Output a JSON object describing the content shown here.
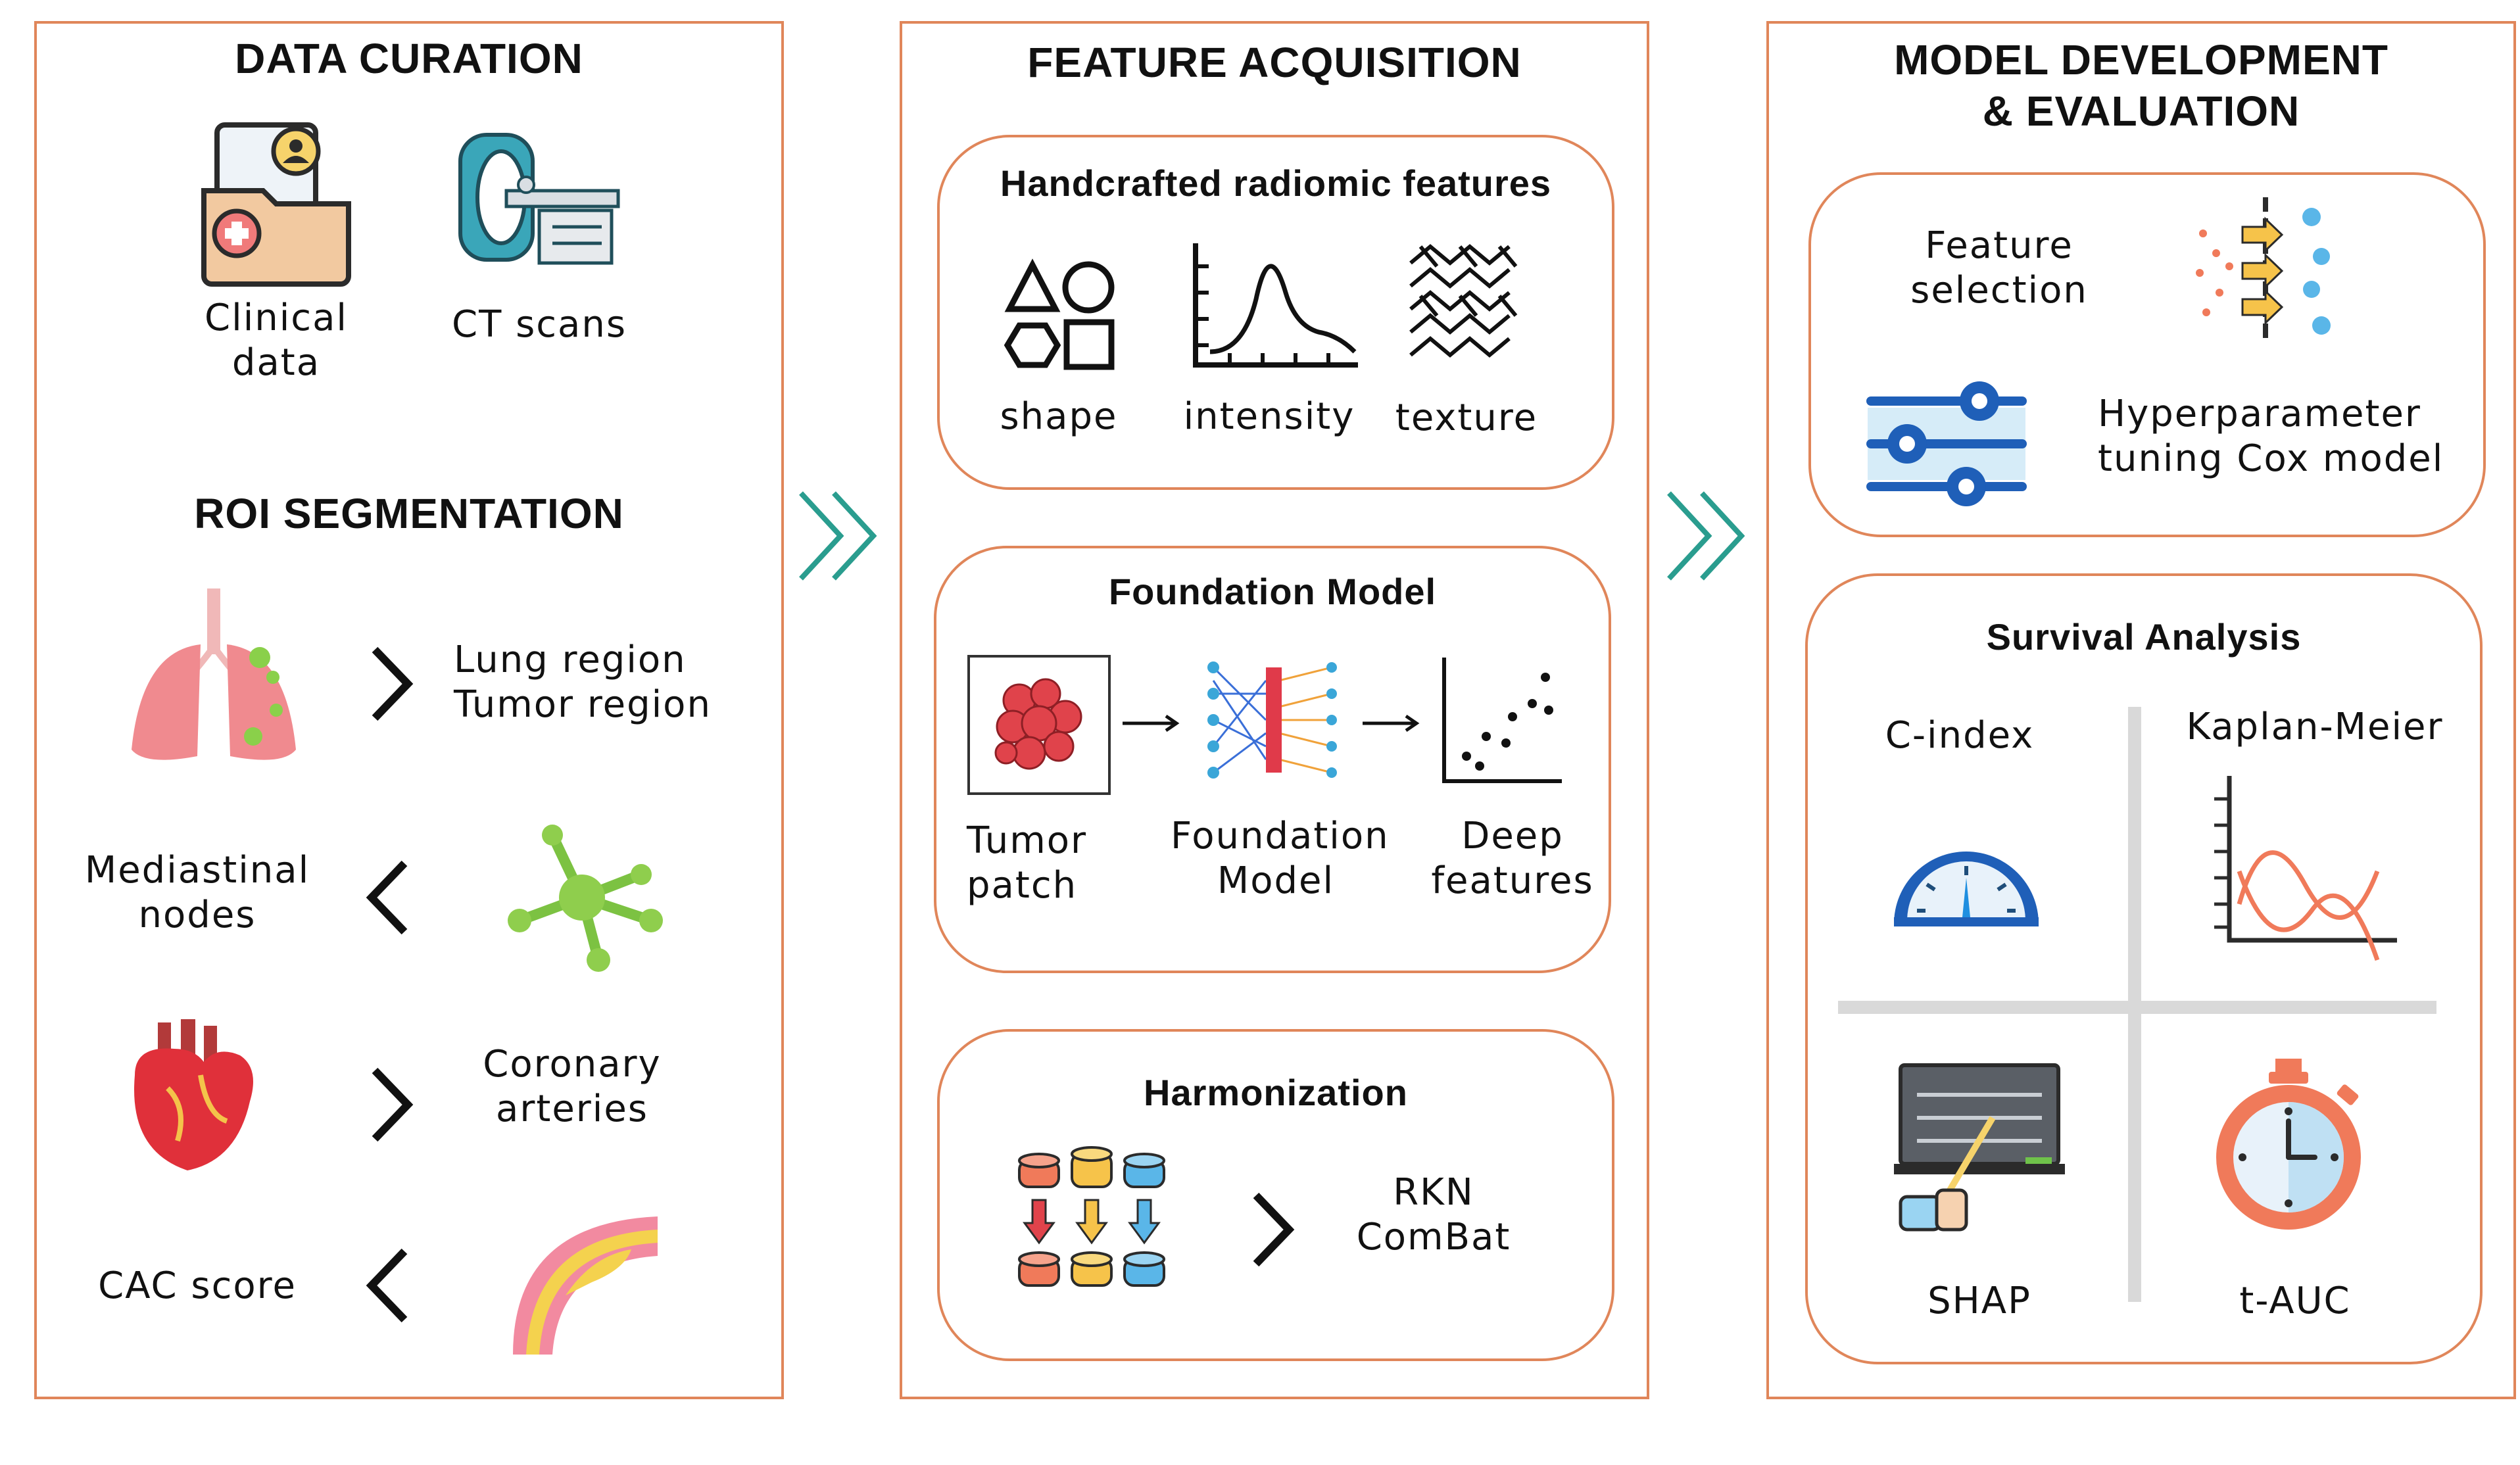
{
  "colors": {
    "border": "#e0865a",
    "arrow": "#2a9d8f",
    "teal": "#3aa6b9"
  },
  "data_curation": {
    "title": "DATA CURATION",
    "clinical_label": [
      "Clinical",
      "data"
    ],
    "ct_label": "CT scans"
  },
  "roi_segmentation": {
    "title": "ROI SEGMENTATION",
    "lung_labels": [
      "Lung region",
      "Tumor region"
    ],
    "mediastinal_label": [
      "Mediastinal",
      "nodes"
    ],
    "coronary_label": [
      "Coronary",
      "arteries"
    ],
    "cac_label": "CAC score"
  },
  "feature_acquisition": {
    "title": "FEATURE ACQUISITION",
    "handcrafted": {
      "title": "Handcrafted radiomic features",
      "items": [
        "shape",
        "intensity",
        "texture"
      ]
    },
    "foundation": {
      "title": "Foundation Model",
      "patch_label": [
        "Tumor",
        "patch"
      ],
      "model_label": [
        "Foundation",
        "Model"
      ],
      "deep_label": [
        "Deep",
        "features"
      ]
    },
    "harmonization": {
      "title": "Harmonization",
      "method_label": [
        "RKN",
        "ComBat"
      ]
    }
  },
  "model_dev": {
    "title": [
      "MODEL DEVELOPMENT",
      "& EVALUATION"
    ],
    "feature_selection": [
      "Feature",
      "selection"
    ],
    "hyperparameter": [
      "Hyperparameter",
      "tuning Cox model"
    ],
    "survival": {
      "title": "Survival Analysis",
      "cindex": "C-index",
      "km": "Kaplan-Meier",
      "shap": "SHAP",
      "tauc": "t-AUC"
    }
  },
  "icons": [
    "clinical-folder-icon",
    "ct-scanner-icon",
    "lungs-icon",
    "lymph-node-icon",
    "heart-icon",
    "artery-plaque-icon",
    "shapes-icon",
    "histogram-icon",
    "texture-icon",
    "tumor-patch-icon",
    "neural-network-icon",
    "scatter-icon",
    "database-icon",
    "funnel-icon",
    "sliders-icon",
    "gauge-icon",
    "km-curve-icon",
    "shap-board-icon",
    "stopwatch-icon"
  ]
}
